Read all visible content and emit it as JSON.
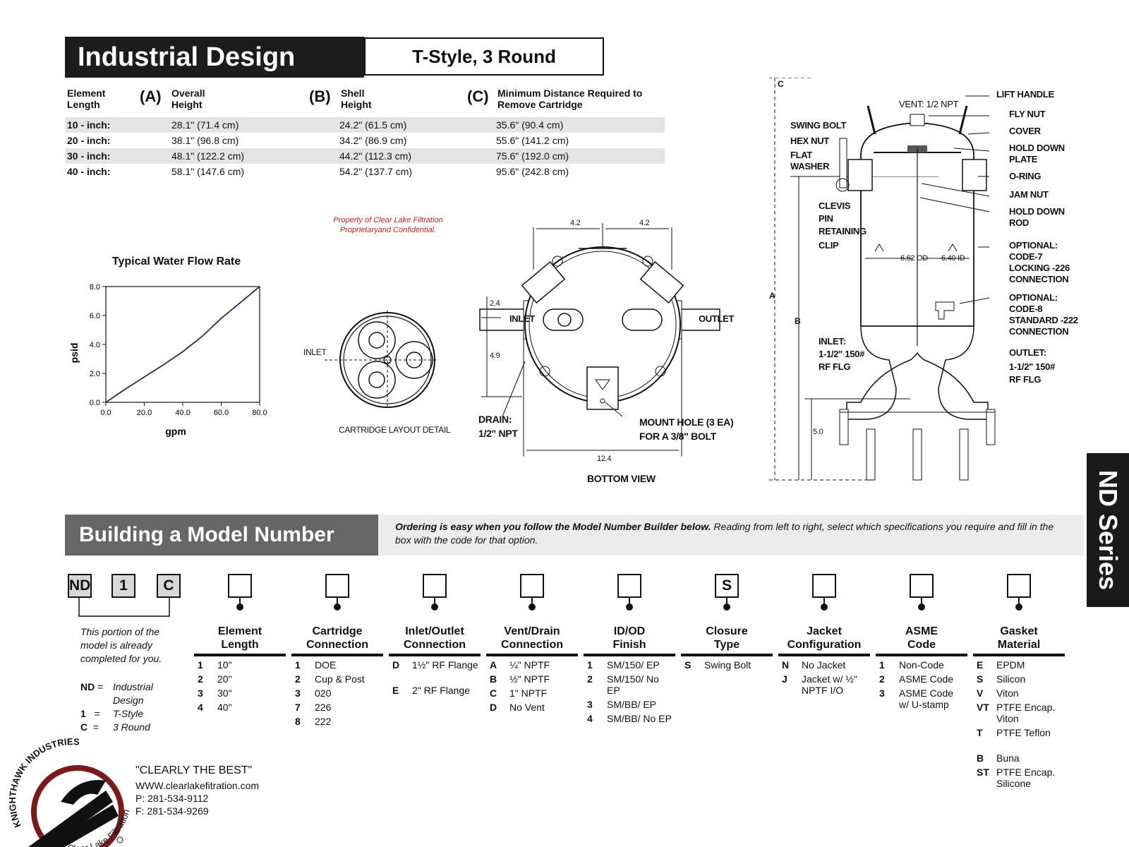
{
  "header": {
    "title": "Industrial Design",
    "subtitle": "T-Style, 3 Round"
  },
  "table": {
    "col_element": "Element Length",
    "col_a_letter": "(A)",
    "col_a": "Overall Height",
    "col_b_letter": "(B)",
    "col_b": "Shell Height",
    "col_c_letter": "(C)",
    "col_c": "Minimum Distance Required to Remove Cartridge",
    "rows": [
      {
        "len": "10 - inch:",
        "a": "28.1\" (71.4 cm)",
        "b": "24.2\" (61.5 cm)",
        "c": "35.6\" (90.4 cm)"
      },
      {
        "len": "20 - inch:",
        "a": "38.1\" (96.8 cm)",
        "b": "34.2\" (86.9 cm)",
        "c": "55.6\" (141.2 cm)"
      },
      {
        "len": "30 - inch:",
        "a": "48.1\" (122.2 cm)",
        "b": "44.2\" (112.3 cm)",
        "c": "75.6\" (192.0 cm)"
      },
      {
        "len": "40 - inch:",
        "a": "58.1\" (147.6 cm)",
        "b": "54.2\" (137.7 cm)",
        "c": "95.6\" (242.8 cm)"
      }
    ]
  },
  "property_note": {
    "line1": "Property of Clear Lake Filtration",
    "line2": "Proprietaryand Confidential."
  },
  "chart_data": {
    "type": "line",
    "title": "Typical Water Flow Rate",
    "xlabel": "gpm",
    "ylabel": "psid",
    "xlim": [
      0,
      80
    ],
    "ylim": [
      0,
      8
    ],
    "x_ticks": [
      "0.0",
      "20.0",
      "40.0",
      "60.0",
      "80.0"
    ],
    "y_ticks": [
      "0.0",
      "2.0",
      "4.0",
      "6.0",
      "8.0"
    ],
    "grid": false,
    "x": [
      0,
      10,
      20,
      30,
      40,
      50,
      60,
      70,
      80
    ],
    "y": [
      0,
      0.9,
      1.75,
      2.6,
      3.5,
      4.55,
      5.8,
      6.9,
      8.0
    ]
  },
  "cartridge_detail": {
    "inlet": "INLET",
    "caption": "CARTRIDGE LAYOUT DETAIL"
  },
  "bottom_view": {
    "dim_left": "4.2",
    "dim_right": "4.2",
    "dim_24": "2.4",
    "dim_49": "4.9",
    "dim_124": "12.4",
    "inlet": "INLET",
    "outlet": "OUTLET",
    "drain_1": "DRAIN:",
    "drain_2": "1/2\" NPT",
    "mount_1": "MOUNT HOLE (3 EA)",
    "mount_2": "FOR A 3/8\" BOLT",
    "caption": "BOTTOM VIEW"
  },
  "side_view": {
    "c": "C",
    "a": "A",
    "b": "B",
    "dim5": "5.0",
    "vent": "VENT: 1/2 NPT",
    "lift": "LIFT HANDLE",
    "fly": "FLY NUT",
    "cover": "COVER",
    "hold1": "HOLD DOWN",
    "hold2": "PLATE",
    "oring": "O-RING",
    "jam": "JAM NUT",
    "rod1": "HOLD DOWN",
    "rod2": "ROD",
    "swing": "SWING BOLT",
    "hex": "HEX NUT",
    "flat1": "FLAT",
    "flat2": "WASHER",
    "clevis1": "CLEVIS",
    "clevis2": "PIN",
    "clevis3": "RETAINING",
    "clevis4": "CLIP",
    "od": "6.62 OD",
    "id": "6.40 ID",
    "opt7_1": "OPTIONAL:",
    "opt7_2": "CODE-7",
    "opt7_3": "LOCKING -226",
    "opt7_4": "CONNECTION",
    "opt8_1": "OPTIONAL:",
    "opt8_2": "CODE-8",
    "opt8_3": "STANDARD -222",
    "opt8_4": "CONNECTION",
    "inl1": "INLET:",
    "inl2": "1-1/2\" 150#",
    "inl3": "RF FLG",
    "out1": "OUTLET:",
    "out2": "1-1/2\" 150#",
    "out3": "RF FLG"
  },
  "builder": {
    "title": "Building a Model Number",
    "desc_bold": "Ordering is easy when you follow the Model Number Builder below.",
    "desc_rest": " Reading from left to right, select which specifications you require and fill in the box with the code for that option.",
    "series": "ND Series",
    "prefix": [
      "ND",
      "1",
      "C"
    ],
    "note": "This portion of the model is already completed for you.",
    "legend": [
      {
        "code": "ND",
        "eq": "=",
        "val": "Industrial Design"
      },
      {
        "code": "1",
        "eq": "=",
        "val": "T-Style"
      },
      {
        "code": "C",
        "eq": "=",
        "val": "3 Round"
      }
    ],
    "columns": [
      {
        "h1": "Element",
        "h2": "Length",
        "box": "",
        "opts": [
          [
            "1",
            "10\""
          ],
          [
            "2",
            "20\""
          ],
          [
            "3",
            "30\""
          ],
          [
            "4",
            "40\""
          ]
        ]
      },
      {
        "h1": "Cartridge",
        "h2": "Connection",
        "box": "",
        "opts": [
          [
            "1",
            "DOE"
          ],
          [
            "2",
            "Cup & Post"
          ],
          [
            "3",
            "020"
          ],
          [
            "7",
            "226"
          ],
          [
            "8",
            "222"
          ]
        ]
      },
      {
        "h1": "Inlet/Outlet",
        "h2": "Connection",
        "box": "",
        "opts": [
          [
            "D",
            "1½\" RF Flange"
          ],
          [
            "E",
            "2\" RF Flange"
          ]
        ]
      },
      {
        "h1": "Vent/Drain",
        "h2": "Connection",
        "box": "",
        "opts": [
          [
            "A",
            "¼\" NPTF"
          ],
          [
            "B",
            "½\" NPTF"
          ],
          [
            "C",
            "1\" NPTF"
          ],
          [
            "D",
            "No Vent"
          ]
        ]
      },
      {
        "h1": "ID/OD",
        "h2": "Finish",
        "box": "",
        "opts": [
          [
            "1",
            "SM/150/ EP"
          ],
          [
            "2",
            "SM/150/ No EP"
          ],
          [
            "3",
            "SM/BB/ EP"
          ],
          [
            "4",
            "SM/BB/ No EP"
          ]
        ]
      },
      {
        "h1": "Closure",
        "h2": "Type",
        "box": "S",
        "opts": [
          [
            "S",
            "Swing Bolt"
          ]
        ]
      },
      {
        "h1": "Jacket",
        "h2": "Configuration",
        "box": "",
        "opts": [
          [
            "N",
            "No Jacket"
          ],
          [
            "J",
            "Jacket w/ ½\" NPTF I/O"
          ]
        ]
      },
      {
        "h1": "ASME",
        "h2": "Code",
        "box": "",
        "opts": [
          [
            "1",
            "Non-Code"
          ],
          [
            "2",
            "ASME Code"
          ],
          [
            "3",
            "ASME Code w/ U-stamp"
          ]
        ]
      },
      {
        "h1": "Gasket",
        "h2": "Material",
        "box": "",
        "opts": [
          [
            "E",
            "EPDM"
          ],
          [
            "S",
            "Silicon"
          ],
          [
            "V",
            "Viton"
          ],
          [
            "VT",
            "PTFE Encap. Viton"
          ],
          [
            "T",
            "PTFE Teflon"
          ],
          [
            "B",
            "Buna"
          ],
          [
            "ST",
            "PTFE Encap. Silicone"
          ]
        ]
      }
    ]
  },
  "footer": {
    "slogan": "\"CLEARLY THE BEST\"",
    "web": "WWW.clearlakefitration.com",
    "phone": "P: 281-534-9112",
    "fax": "F: 281-534-9269",
    "logo_text_top": "KNIGHTHAWK INDUSTRIES",
    "logo_text_bottom": "Clear Lake Filtration"
  },
  "colors": {
    "dark": "#1c1c1c",
    "gray_bar": "#666666",
    "red_note": "#cc2222",
    "logo_red": "#7a1a1a"
  }
}
